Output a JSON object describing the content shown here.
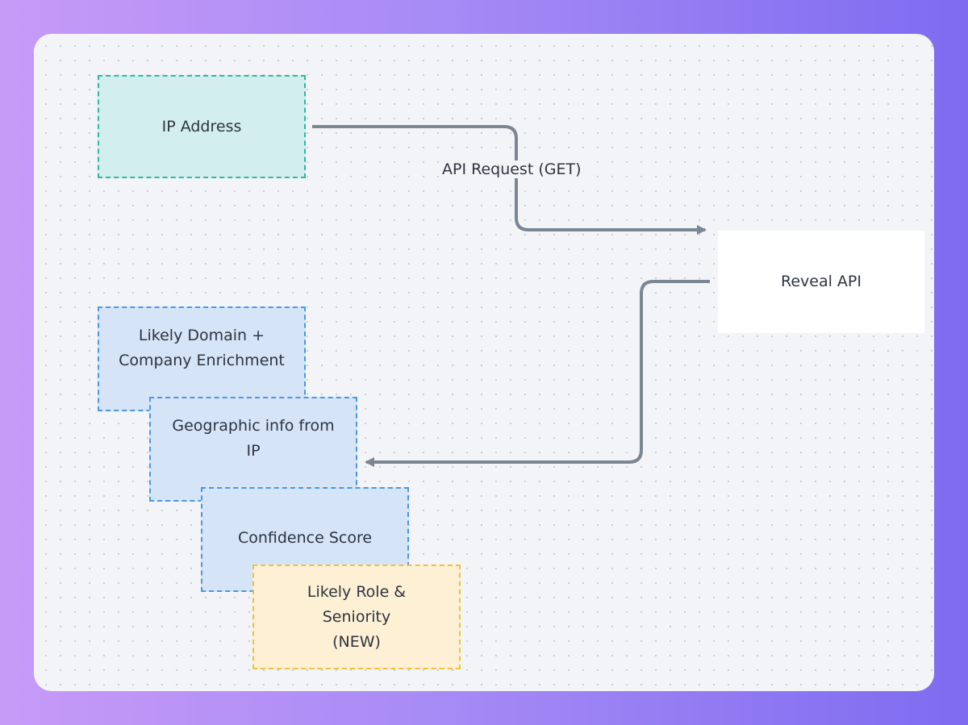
{
  "nodes": {
    "ip_address": "IP Address",
    "reveal_api": "Reveal API",
    "likely_domain": "Likely Domain +\nCompany Enrichment",
    "geographic": "Geographic info from\nIP",
    "confidence": "Confidence Score",
    "likely_role": "Likely Role &\nSeniority\n(NEW)"
  },
  "edges": {
    "request_label": "API Request (GET)"
  },
  "colors": {
    "background_start": "#c79af7",
    "background_end": "#7e6bf0",
    "canvas": "#f3f4f7",
    "teal_fill": "#d3eeee",
    "teal_border": "#2fb99e",
    "blue_fill": "#d5e4f7",
    "blue_border": "#4b97e6",
    "yellow_fill": "#fdf0d4",
    "yellow_border": "#eec23d",
    "connector": "#7b8694"
  }
}
